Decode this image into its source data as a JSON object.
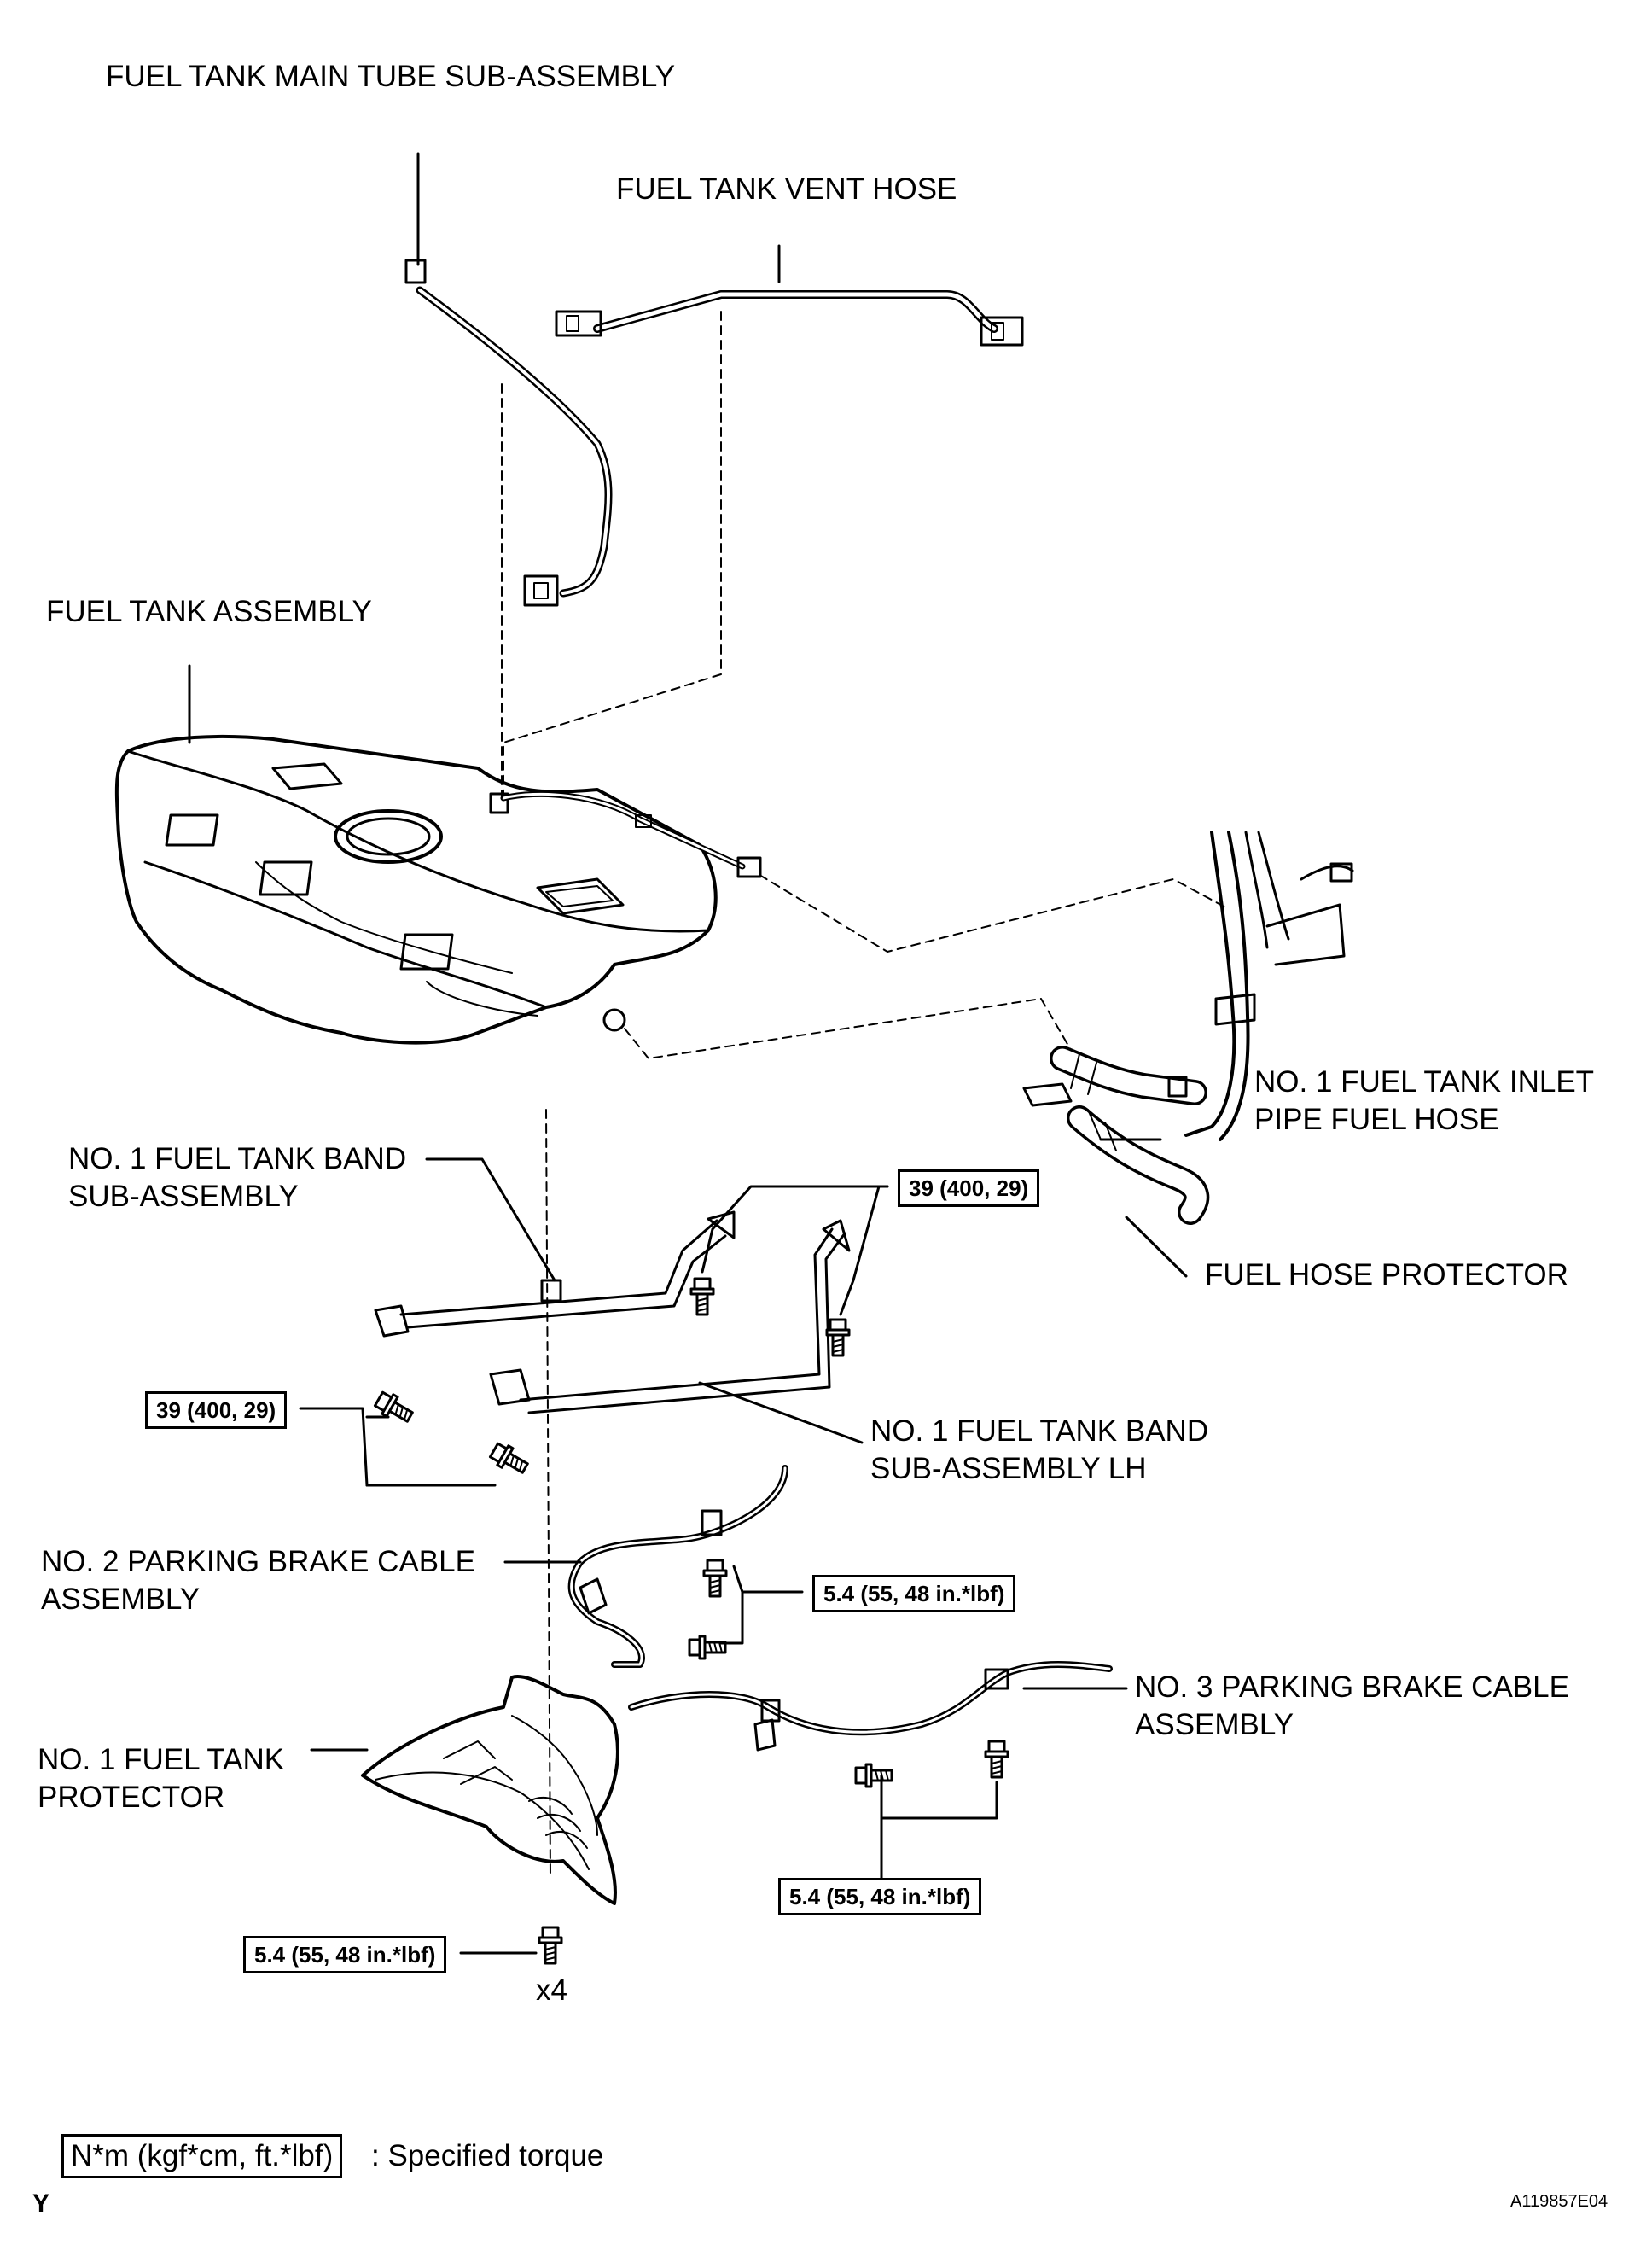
{
  "labels": {
    "main_tube": "FUEL TANK MAIN TUBE SUB-ASSEMBLY",
    "vent_hose": "FUEL TANK VENT HOSE",
    "tank_assembly": "FUEL TANK ASSEMBLY",
    "inlet_hose_1": "NO. 1 FUEL TANK INLET",
    "inlet_hose_2": "PIPE FUEL HOSE",
    "band_1": "NO. 1 FUEL TANK BAND",
    "band_2": "SUB-ASSEMBLY",
    "hose_protector": "FUEL HOSE PROTECTOR",
    "band_lh_1": "NO. 1 FUEL TANK BAND",
    "band_lh_2": "SUB-ASSEMBLY LH",
    "pb2_1": "NO. 2 PARKING BRAKE CABLE",
    "pb2_2": "ASSEMBLY",
    "pb3_1": "NO. 3 PARKING BRAKE CABLE",
    "pb3_2": "ASSEMBLY",
    "protector_1": "NO. 1 FUEL TANK",
    "protector_2": "PROTECTOR",
    "quantity": "x4"
  },
  "torques": {
    "band_bolts_upper": "39 (400, 29)",
    "band_bolts_left": "39 (400, 29)",
    "pb2_bolts": "5.4 (55, 48 in.*lbf)",
    "pb3_bolts": "5.4 (55, 48 in.*lbf)",
    "protector_bolts": "5.4 (55, 48 in.*lbf)"
  },
  "legend": {
    "unit_box": "N*m (kgf*cm, ft.*lbf)",
    "description": ": Specified torque"
  },
  "footer": {
    "corner_mark": "Y",
    "figure_id": "A119857E04"
  }
}
